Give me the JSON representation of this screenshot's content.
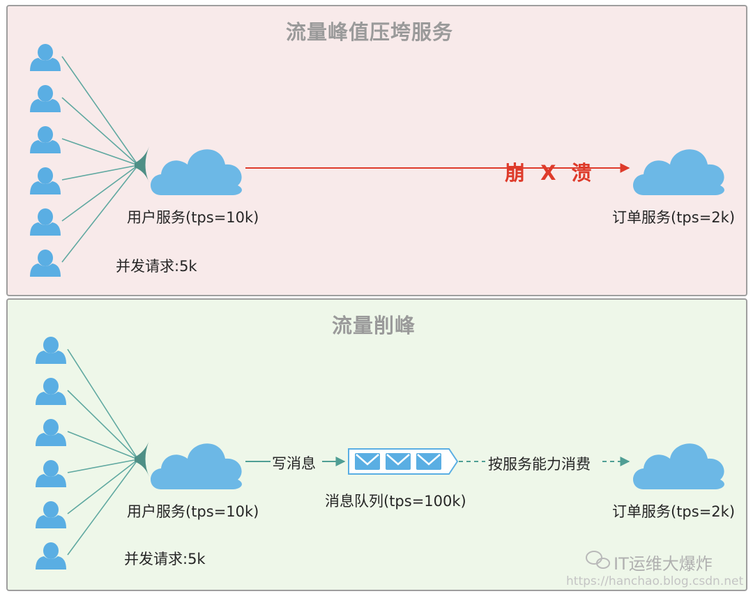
{
  "top_panel": {
    "title": "流量峰值压垮服务",
    "user_service_label": "用户服务(tps=10k)",
    "order_service_label": "订单服务(tps=2k)",
    "concurrency_label": "并发请求:5k",
    "crash_label": "崩 X 溃",
    "user_count": 6
  },
  "bottom_panel": {
    "title": "流量削峰",
    "user_service_label": "用户服务(tps=10k)",
    "order_service_label": "订单服务(tps=2k)",
    "concurrency_label": "并发请求:5k",
    "write_label": "写消息",
    "consume_label": "按服务能力消费",
    "queue_label": "消息队列(tps=100k)",
    "user_count": 6
  },
  "watermark": {
    "brand": "IT运维大爆炸",
    "url": "https://hanchao.blog.csdn.net"
  },
  "colors": {
    "top_bg": "#f8eaea",
    "bottom_bg": "#eef7e9",
    "cloud": "#6cb8e6",
    "user_icon": "#5aaee3",
    "fan_line": "#5fa8a0",
    "crash_red": "#de3b2b",
    "queue_frame": "#5aaee3",
    "flow_arrow": "#4f9e94"
  }
}
